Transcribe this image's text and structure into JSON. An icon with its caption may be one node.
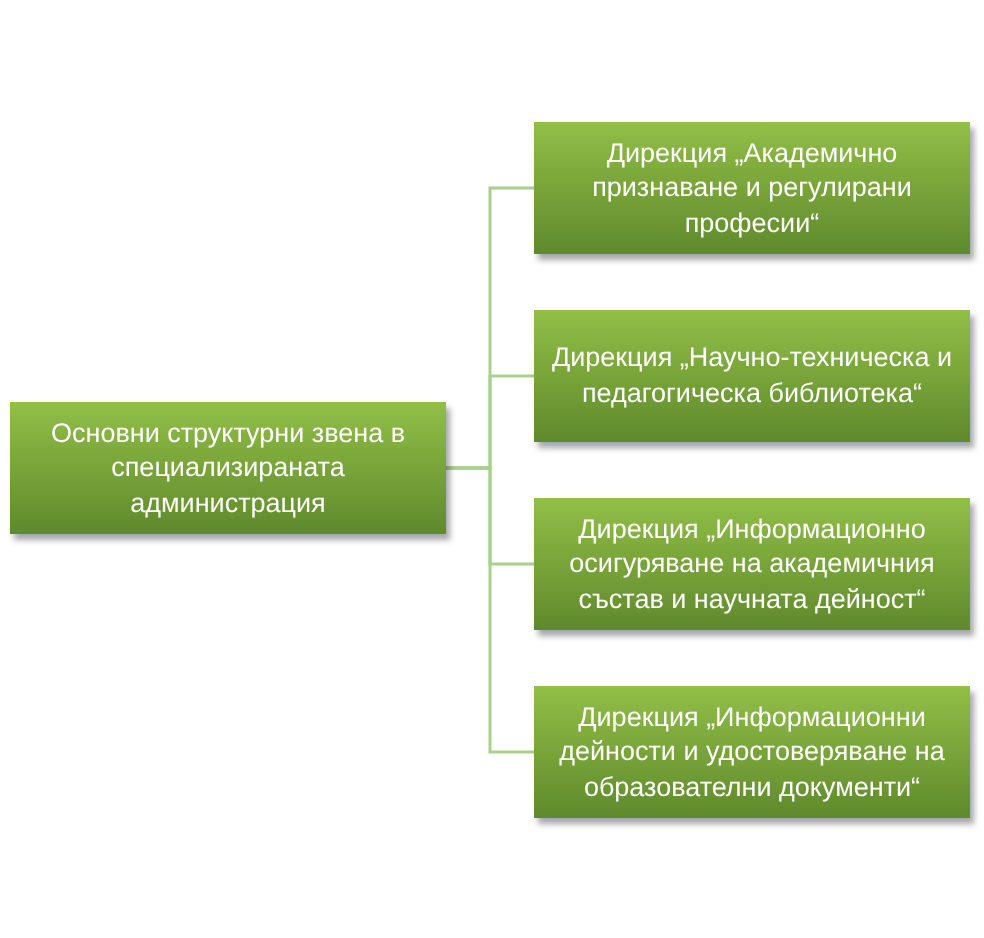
{
  "diagram": {
    "nodes": [
      {
        "text": [
          "Основни структурни звена в специализираната администрация"
        ]
      },
      {
        "text": [
          "Дирекция „Академично признаване и регулирани професии“"
        ]
      },
      {
        "text": [
          "Дирекция „Научно-техническа и педагогическа библиотека“"
        ]
      },
      {
        "text": [
          "Дирекция „Информационно осигуряване на академичния състав и научната дейност“"
        ]
      },
      {
        "text": [
          "Дирекция „Информационни дейности и удостоверяване на образователни документи“"
        ]
      }
    ],
    "edges": [
      {
        "from": 0,
        "to": 1,
        "arrow": "none"
      },
      {
        "from": 0,
        "to": 2,
        "arrow": "none"
      },
      {
        "from": 0,
        "to": 3,
        "arrow": "none"
      },
      {
        "from": 0,
        "to": 4,
        "arrow": "none"
      }
    ]
  }
}
